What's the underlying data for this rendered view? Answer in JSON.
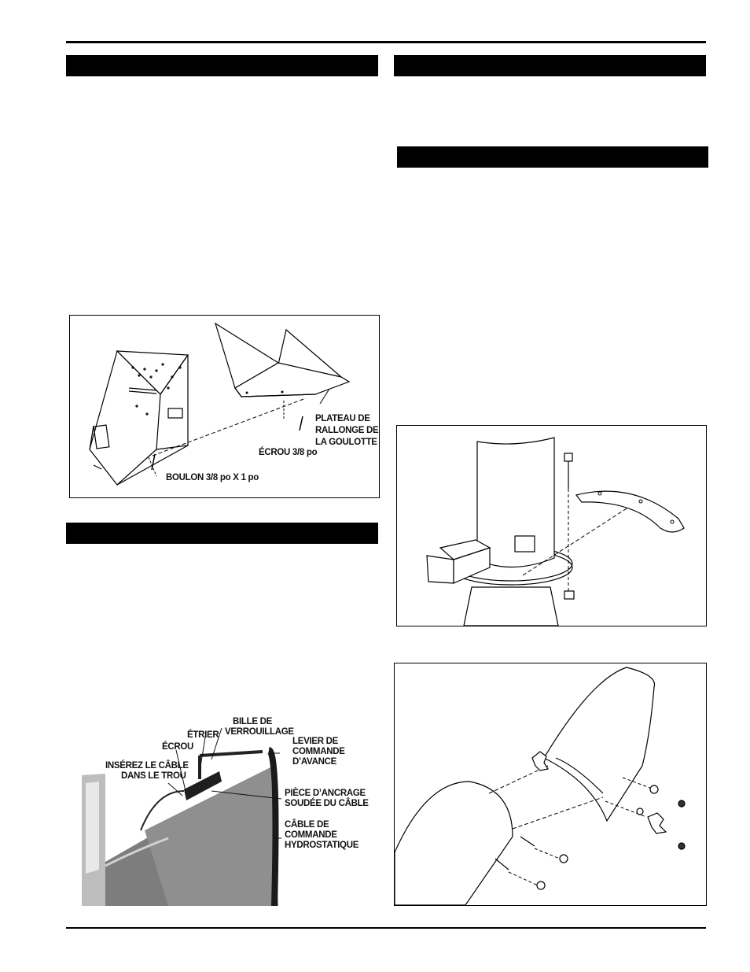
{
  "figure_chute_extension": {
    "label_tray": [
      "PLATEAU DE",
      "RALLONGE DE",
      "LA GOULOTTE"
    ],
    "label_nut": "ÉCROU 3/8 po",
    "label_bolt": "BOULON 3/8 po X 1 po"
  },
  "figure_cable": {
    "label_ball": [
      "BILLE DE",
      "VERROUILLAGE"
    ],
    "label_stirrup": "ÉTRIER",
    "label_nut": "ÉCROU",
    "label_insert": [
      "INSÉREZ LE CÂBLE",
      "DANS LE TROU"
    ],
    "label_lever": [
      "LEVIER DE",
      "COMMANDE",
      "D’AVANCE"
    ],
    "label_anchor": [
      "PIÈCE D’ANCRAGE",
      "SOUDÉE DU CÂBLE"
    ],
    "label_hydro": [
      "CÂBLE DE",
      "COMMANDE",
      "HYDROSTATIQUE"
    ]
  },
  "colors": {
    "ink": "#000000",
    "photo_bg": "#8a8a8a",
    "photo_dark": "#2a2a2a"
  }
}
